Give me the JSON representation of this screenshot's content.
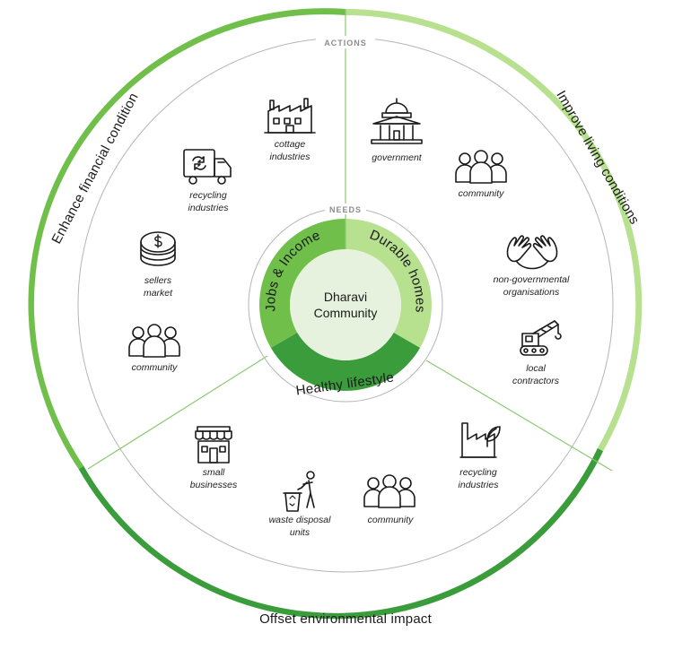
{
  "colors": {
    "dark_green": "#3a9c3a",
    "mid_green": "#6fbf4a",
    "light_green": "#b7e08f",
    "center_fill": "#e6f2de",
    "line_green": "#8cc870"
  },
  "outer_ring": {
    "left": "Enhance financial condition",
    "right": "Improve living conditions",
    "bottom": "Offset environmental impact"
  },
  "actions_label": "ACTIONS",
  "needs_label": "NEEDS",
  "center": {
    "line1": "Dharavi",
    "line2": "Community"
  },
  "needs": {
    "left": "Jobs & Income",
    "right": "Durable homes",
    "bottom": "Healthy lifestyle"
  },
  "items": {
    "cottage_industries": {
      "icon": "factory-icon",
      "line1": "cottage",
      "line2": "industries"
    },
    "recycling_industries_truck": {
      "icon": "recycling-truck-icon",
      "line1": "recycling",
      "line2": "industries"
    },
    "sellers_market": {
      "icon": "coins-icon",
      "line1": "sellers",
      "line2": "market"
    },
    "community_left": {
      "icon": "people-icon",
      "line1": "community"
    },
    "government": {
      "icon": "government-building-icon",
      "line1": "government"
    },
    "community_right": {
      "icon": "people-icon",
      "line1": "community"
    },
    "ngo": {
      "icon": "hands-icon",
      "line1": "non-governmental",
      "line2": "organisations"
    },
    "local_contractors": {
      "icon": "crane-icon",
      "line1": "local",
      "line2": "contractors"
    },
    "small_businesses": {
      "icon": "shop-icon",
      "line1": "small",
      "line2": "businesses"
    },
    "waste_disposal": {
      "icon": "waste-bin-icon",
      "line1": "waste disposal",
      "line2": "units"
    },
    "community_bottom": {
      "icon": "people-icon",
      "line1": "community"
    },
    "recycling_industries_plant": {
      "icon": "eco-factory-icon",
      "line1": "recycling",
      "line2": "industries"
    }
  }
}
